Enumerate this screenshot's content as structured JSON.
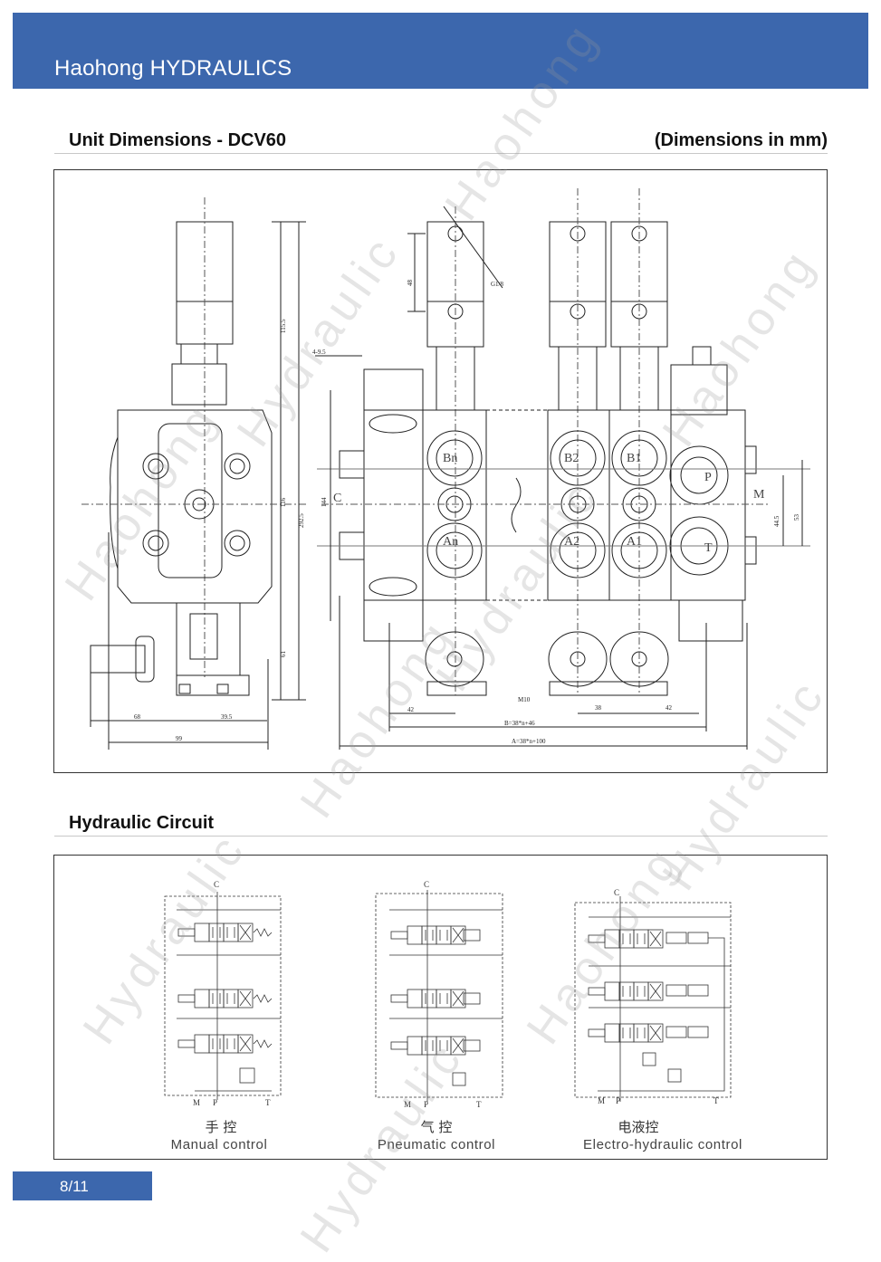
{
  "header": {
    "brand": "Haohong HYDRAULICS"
  },
  "unit_dimensions": {
    "title": "Unit Dimensions - DCV60",
    "note": "(Dimensions in mm)",
    "dims": {
      "d115": "115.5",
      "d116": "116",
      "d2925": "292.5",
      "d61": "61",
      "d68": "68",
      "d395": "39.5",
      "d99": "99",
      "d495": "4-9.5",
      "d48": "48",
      "g18": "G1/8",
      "d144": "144",
      "c": "C",
      "d42a": "42",
      "d38": "38",
      "d42b": "42",
      "b_formula": "B=38*n+46",
      "a_formula": "A=38*n+100",
      "m10": "M10",
      "m": "M",
      "d445": "44.5",
      "d53": "53",
      "b1": "B1",
      "a1": "A1",
      "b2": "B2",
      "a2": "A2",
      "bn": "Bn",
      "an": "An",
      "p": "P",
      "t": "T"
    }
  },
  "hydraulic_circuit": {
    "title": "Hydraulic Circuit",
    "diagrams": [
      {
        "cn": "手  控",
        "en": "Manual control"
      },
      {
        "cn": "气  控",
        "en": "Pneumatic control"
      },
      {
        "cn": "电液控",
        "en": "Electro-hydraulic control"
      }
    ],
    "ports": {
      "c": "C",
      "m": "M",
      "p": "P",
      "t": "T"
    }
  },
  "footer": {
    "page": "8/11"
  },
  "watermark": {
    "text_a": "Haohong",
    "text_b": "Hydraulic"
  }
}
